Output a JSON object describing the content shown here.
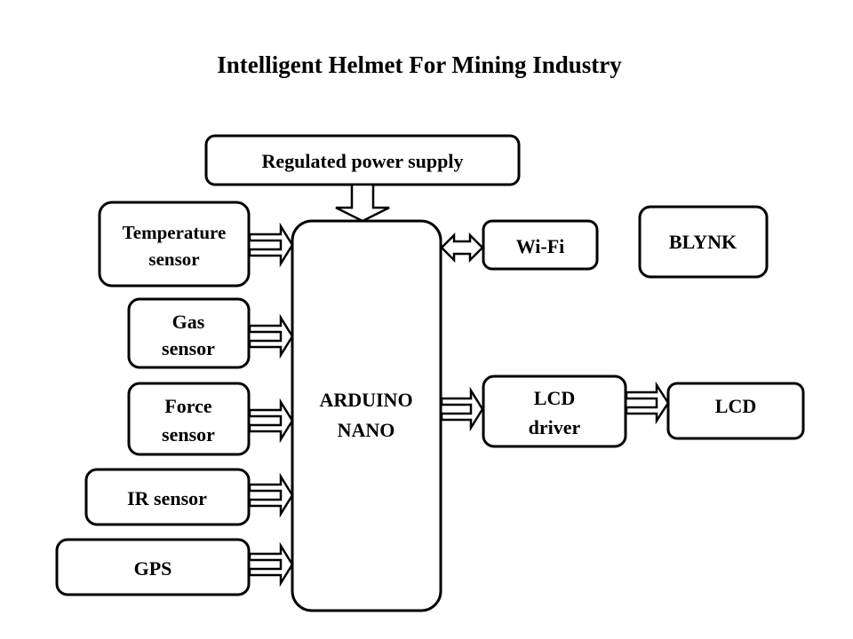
{
  "title": "Intelligent  Helmet For Mining Industry",
  "blocks": {
    "power": {
      "lines": [
        "Regulated power supply"
      ]
    },
    "temperature": {
      "lines": [
        "Temperature",
        "sensor"
      ]
    },
    "gas": {
      "lines": [
        "Gas",
        "sensor"
      ]
    },
    "force": {
      "lines": [
        "Force",
        "sensor"
      ]
    },
    "ir": {
      "lines": [
        "IR sensor"
      ]
    },
    "gps": {
      "lines": [
        "GPS"
      ]
    },
    "arduino": {
      "lines": [
        "ARDUINO",
        "NANO"
      ]
    },
    "wifi": {
      "lines": [
        "Wi-Fi"
      ]
    },
    "blynk": {
      "lines": [
        "BLYNK"
      ]
    },
    "lcd_driver": {
      "lines": [
        "LCD",
        "driver"
      ]
    },
    "lcd": {
      "lines": [
        "LCD"
      ]
    }
  }
}
